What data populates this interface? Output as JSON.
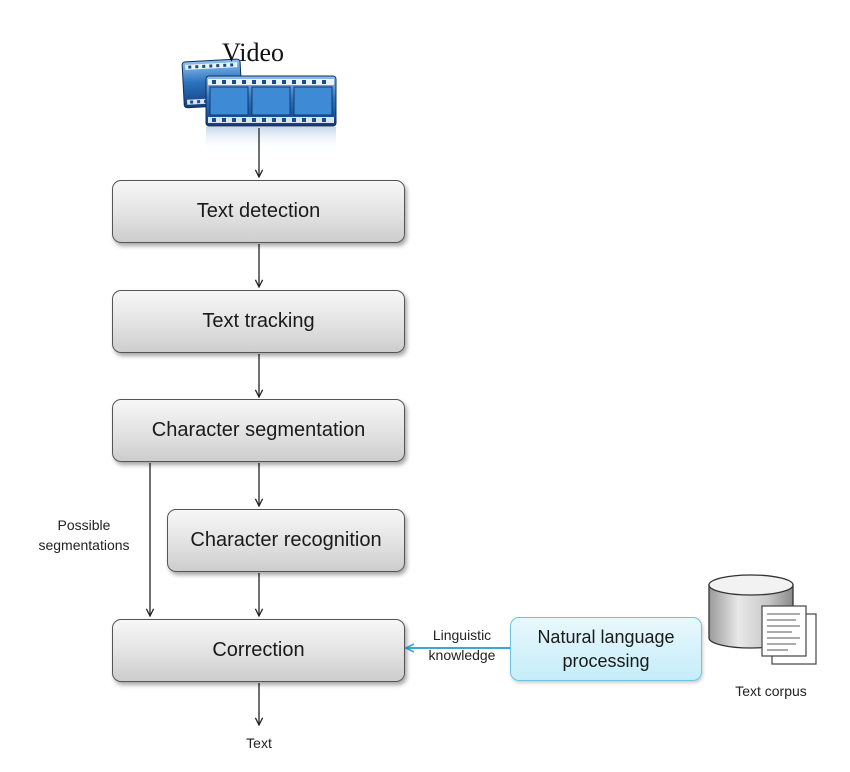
{
  "video": {
    "label": "Video"
  },
  "steps": {
    "text_detection": "Text detection",
    "text_tracking": "Text tracking",
    "character_segmentation": "Character segmentation",
    "character_recognition": "Character recognition",
    "correction": "Correction"
  },
  "side_labels": {
    "possible_segmentations_line1": "Possible",
    "possible_segmentations_line2": "segmentations",
    "linguistic_knowledge_line1": "Linguistic",
    "linguistic_knowledge_line2": "knowledge"
  },
  "nlp": {
    "line1": "Natural language",
    "line2": "processing"
  },
  "corpus": {
    "label": "Text corpus"
  },
  "output": {
    "label": "Text"
  },
  "colors": {
    "nlp_border": "#6cc6e3",
    "nlp_arrow": "#3aa7d8",
    "film": "#1f5fa8",
    "box_border": "#555555"
  }
}
